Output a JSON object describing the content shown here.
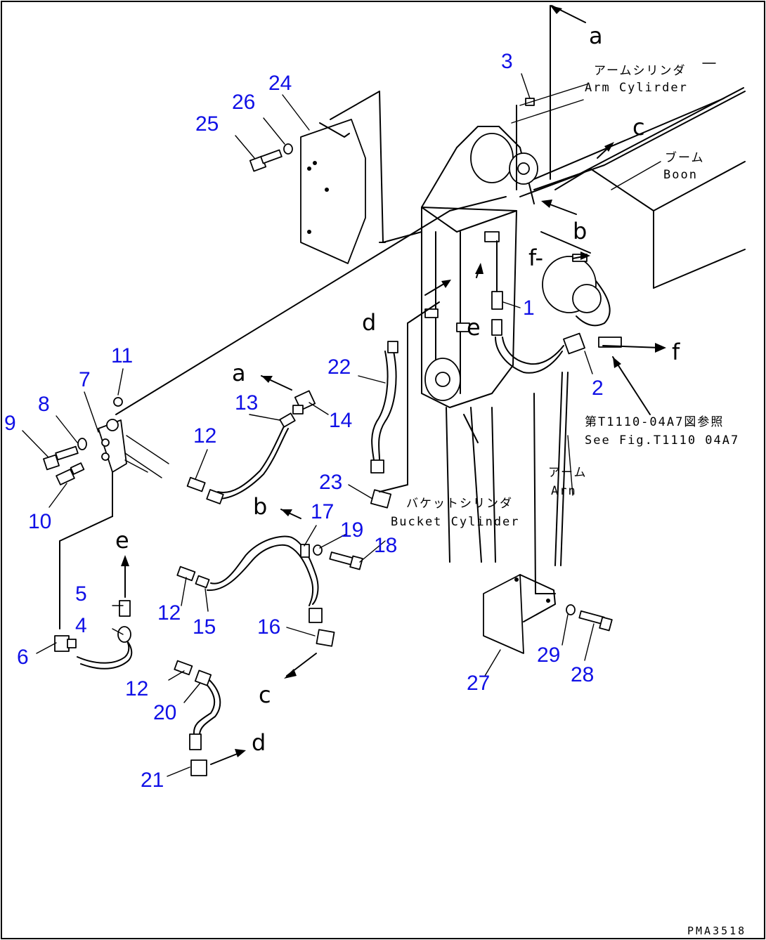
{
  "drawing_code": "PMA3518",
  "callouts": {
    "n1": "1",
    "n2": "2",
    "n3": "3",
    "n4": "4",
    "n5": "5",
    "n6": "6",
    "n7": "7",
    "n8": "8",
    "n9": "9",
    "n10": "10",
    "n11": "11",
    "n12a": "12",
    "n12b": "12",
    "n12c": "12",
    "n13": "13",
    "n14": "14",
    "n15": "15",
    "n16": "16",
    "n17": "17",
    "n18": "18",
    "n19": "19",
    "n20": "20",
    "n21": "21",
    "n22": "22",
    "n23": "23",
    "n24": "24",
    "n25": "25",
    "n26": "26",
    "n27": "27",
    "n28": "28",
    "n29": "29"
  },
  "connection_refs": {
    "a_top": "a",
    "a_mid": "a",
    "b_top": "b",
    "b_mid": "b",
    "c_top": "c",
    "c_bot": "c",
    "d_top": "d",
    "d_bot": "d",
    "e_top": "e",
    "e_mid": "e",
    "f_top": "f-",
    "f_right": "f"
  },
  "notes": {
    "arm_cylinder_jp": "アームシリンダ",
    "arm_cylinder_en": "Arm Cylirder",
    "boom_jp": "ブーム",
    "boom_en": "Boon",
    "bucket_cylinder_jp": "バケットシリンダ",
    "bucket_cylinder_en": "Bucket Cylinder",
    "arm_jp": "アーム",
    "arm_en": "Arn",
    "see_fig_jp": "第T1110-04A7図参照",
    "see_fig_en": "See Fig.T1110 04A7"
  }
}
